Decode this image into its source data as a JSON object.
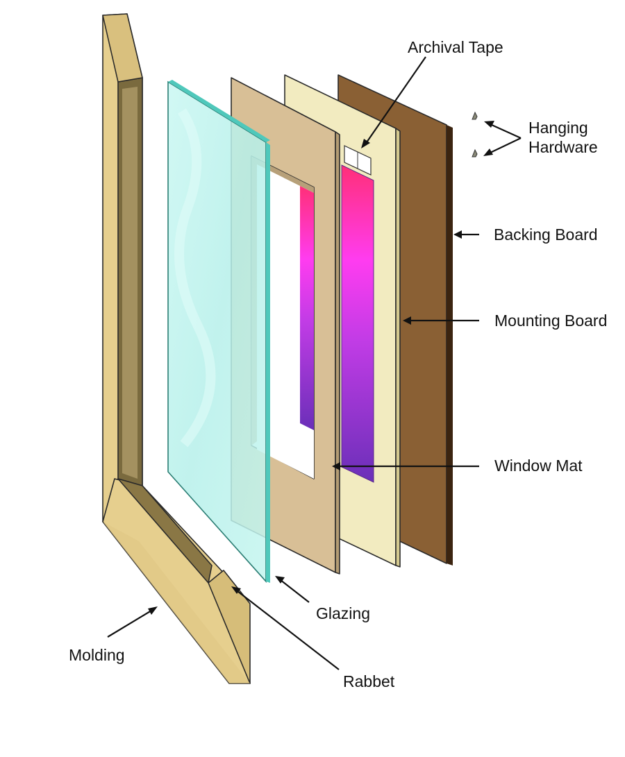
{
  "labels": {
    "archival_tape": "Archival Tape",
    "hanging_hardware_line1": "Hanging",
    "hanging_hardware_line2": "Hardware",
    "backing_board": "Backing Board",
    "mounting_board": "Mounting Board",
    "window_mat": "Window Mat",
    "glazing": "Glazing",
    "molding": "Molding",
    "rabbet": "Rabbet"
  },
  "colors": {
    "molding": "#e6cf8e",
    "molding_dark": "#b59d5b",
    "glazing": "#b8f2ec",
    "glazing_edge": "#4fc8bb",
    "window_mat": "#d8bf96",
    "mounting_board": "#f2ebc0",
    "backing_board": "#8a6034",
    "backing_edge": "#3b2410",
    "artwork_top": "#ff2f78",
    "artwork_mid": "#ff3cf0",
    "artwork_bottom": "#6a2fb8",
    "tape": "#ffffff"
  }
}
